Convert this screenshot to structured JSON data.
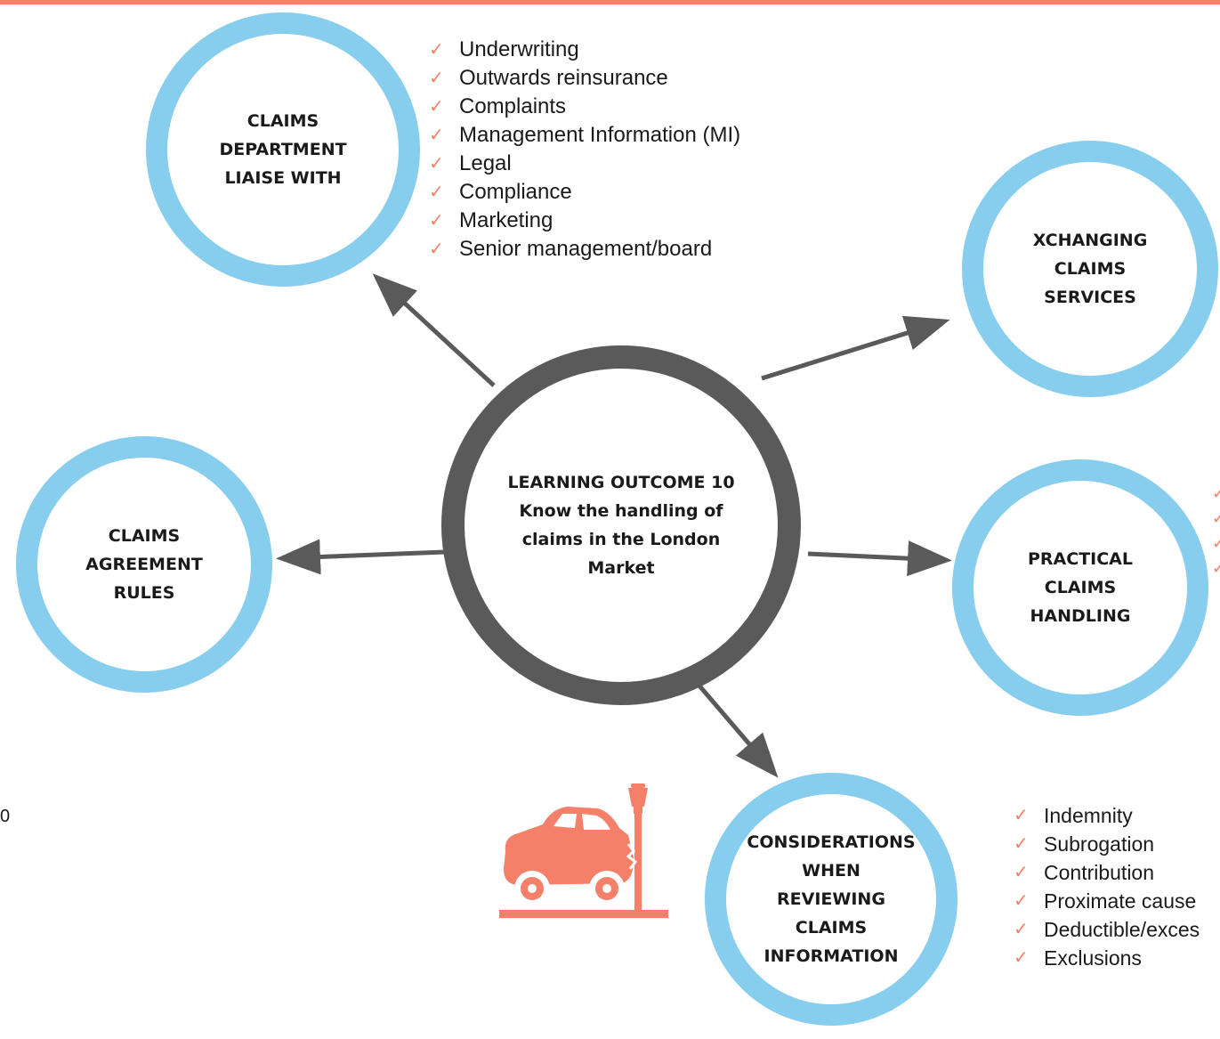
{
  "center": {
    "lines": [
      "LEARNING OUTCOME 10",
      "Know the handling of",
      "claims in the London",
      "Market"
    ]
  },
  "nodes": {
    "claims_department": {
      "lines": [
        "CLAIMS",
        "DEPARTMENT",
        "LIAISE WITH"
      ]
    },
    "xchanging": {
      "lines": [
        "XCHANGING",
        "CLAIMS",
        "SERVICES"
      ]
    },
    "practical": {
      "lines": [
        "PRACTICAL",
        "CLAIMS",
        "HANDLING"
      ]
    },
    "considerations": {
      "lines": [
        "CONSIDERATIONS",
        "WHEN",
        "REVIEWING",
        "CLAIMS",
        "INFORMATION"
      ]
    },
    "agreement": {
      "lines": [
        "CLAIMS",
        "AGREEMENT",
        "RULES"
      ]
    }
  },
  "liaise_list": [
    "Underwriting",
    "Outwards reinsurance",
    "Complaints",
    "Management Information (MI)",
    "Legal",
    "Compliance",
    "Marketing",
    "Senior management/board"
  ],
  "considerations_list": [
    "Indemnity",
    "Subrogation",
    "Contribution",
    "Proximate cause",
    "Deductible/exces",
    "Exclusions"
  ],
  "tick_symbol": "✓",
  "partial_text": "0",
  "colors": {
    "accent": "#f4806a",
    "circle": "#87cdee",
    "center": "#5a5a5a",
    "arrow": "#5a5a5a"
  },
  "icons": [
    "car-crash-icon"
  ]
}
